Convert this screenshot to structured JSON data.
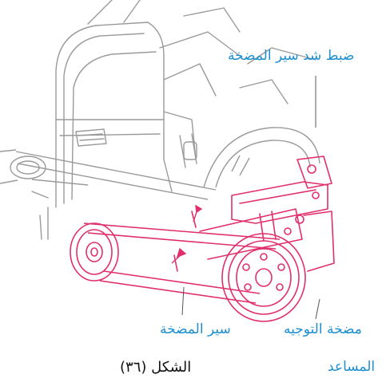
{
  "labels": {
    "tension_adjust": "ضبط شد سير المضخة",
    "pump_belt": "سير المضخة",
    "power_steering_pump_line1": "مضخة التوجيه",
    "power_steering_pump_line2": "المساعد"
  },
  "caption": "الشكل (٣٦)",
  "colors": {
    "engine_lines": "#9a9a9a",
    "pump_assembly": "#e0306a",
    "callout_text": "#1d8fd0"
  }
}
